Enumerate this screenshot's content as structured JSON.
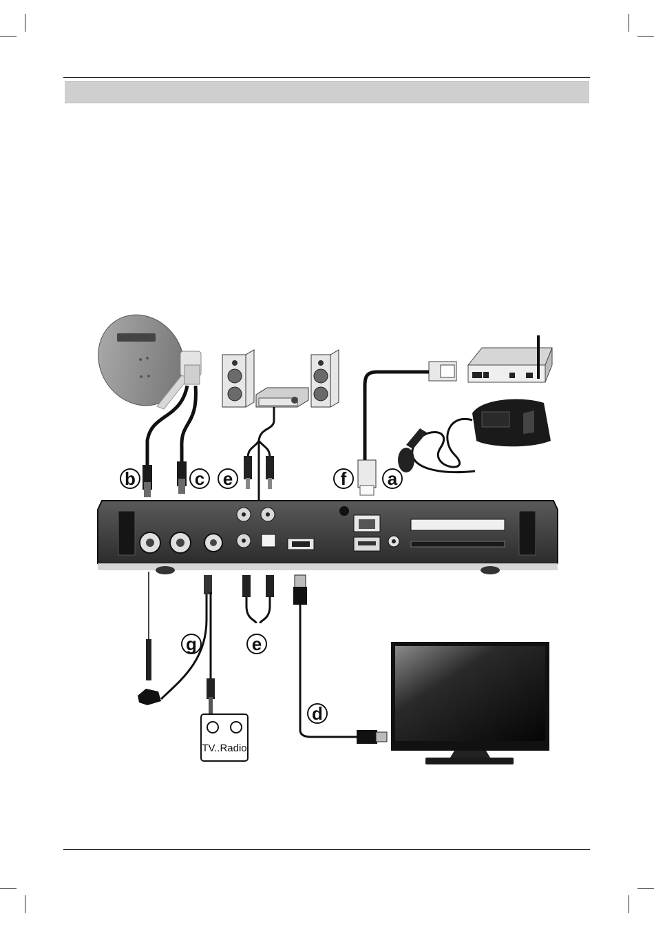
{
  "header": {
    "title": ""
  },
  "labels": {
    "a": "a",
    "b": "b",
    "c": "c",
    "d": "d",
    "e_top": "e",
    "e_bottom": "e",
    "f": "f",
    "g": "g"
  },
  "wall_socket": {
    "text": "TV..Radio"
  },
  "colors": {
    "header_bar": "#cfcfcf",
    "device": "#3a3a3a",
    "ink": "#111111"
  },
  "icons": [
    "satellite-dish-icon",
    "speaker-icon",
    "amplifier-icon",
    "router-icon",
    "power-adapter-icon",
    "receiver-icon",
    "antenna-icon",
    "wall-socket-icon",
    "tv-icon"
  ]
}
